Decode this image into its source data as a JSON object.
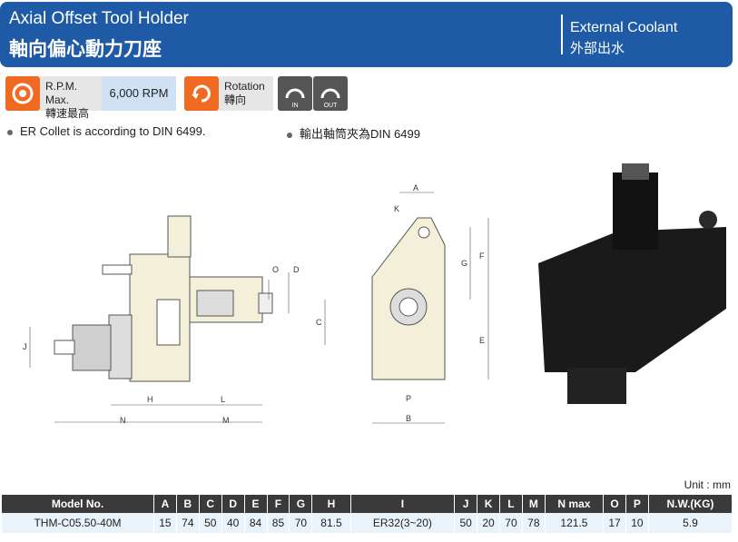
{
  "header": {
    "title_en": "Axial Offset Tool Holder",
    "title_zh": "軸向偏心動力刀座",
    "coolant_en": "External Coolant",
    "coolant_zh": "外部出水"
  },
  "spec": {
    "rpm_label_en": "R.P.M. Max.",
    "rpm_label_zh": "轉速最高",
    "rpm_value": "6,000 RPM",
    "rotation_label_en": "Rotation",
    "rotation_label_zh": "轉向",
    "rot_in": "IN",
    "rot_out": "OUT"
  },
  "notes": {
    "en": "ER Collet is according to DIN 6499.",
    "zh": "輸出軸筒夾為DIN 6499"
  },
  "dims": {
    "A": "A",
    "K": "K",
    "O": "O",
    "D": "D",
    "G": "G",
    "F": "F",
    "C": "C",
    "E": "E",
    "J": "J",
    "H": "H",
    "L": "L",
    "N": "N",
    "M": "M",
    "P": "P",
    "B": "B"
  },
  "unit": "Unit : mm",
  "table": {
    "headers": [
      "Model No.",
      "A",
      "B",
      "C",
      "D",
      "E",
      "F",
      "G",
      "H",
      "I",
      "J",
      "K",
      "L",
      "M",
      "N max",
      "O",
      "P",
      "N.W.(KG)"
    ],
    "row": [
      "THM-C05.50-40M",
      "15",
      "74",
      "50",
      "40",
      "84",
      "85",
      "70",
      "81.5",
      "ER32(3~20)",
      "50",
      "20",
      "70",
      "78",
      "121.5",
      "17",
      "10",
      "5.9"
    ]
  },
  "colors": {
    "header": "#1f5aa6",
    "icon": "#f06a22",
    "value_bg": "#cfe1f3",
    "table_head": "#3a3a3a"
  }
}
